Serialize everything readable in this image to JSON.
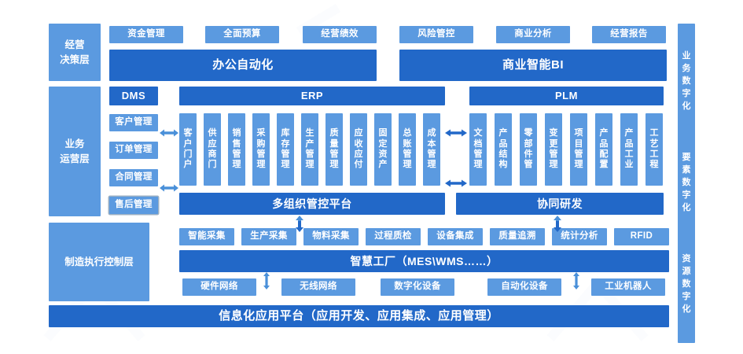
{
  "theme": {
    "light_blue": "#5b9ae0",
    "dark_blue": "#2268c8",
    "panel_blue": "#5b9ae0",
    "text_white": "#ffffff",
    "selected_outline": "#9bb0c4"
  },
  "layers": {
    "decision": {
      "label": "经营\n决策层",
      "line1": "经营",
      "line2": "决策层"
    },
    "operation": {
      "label": "业务\n运营层",
      "line1": "业务",
      "line2": "运营层"
    },
    "execution": {
      "label": "制造执行控制层"
    }
  },
  "decision_layer": {
    "apps": [
      {
        "label": "资金管理"
      },
      {
        "label": "全面预算"
      },
      {
        "label": "经营绩效"
      },
      {
        "label": "风险管控"
      },
      {
        "label": "商业分析"
      },
      {
        "label": "经营报告"
      }
    ],
    "platforms": [
      {
        "label": "办公自动化"
      },
      {
        "label": "商业智能BI"
      }
    ]
  },
  "operation_layer": {
    "systems": [
      {
        "label": "DMS"
      },
      {
        "label": "ERP"
      },
      {
        "label": "PLM"
      }
    ],
    "dms_modules": [
      {
        "label": "客户管理",
        "selected": false
      },
      {
        "label": "订单管理",
        "selected": false
      },
      {
        "label": "合同管理",
        "selected": false
      },
      {
        "label": "售后管理",
        "selected": true
      }
    ],
    "erp_modules": [
      {
        "chars": [
          "客",
          "户",
          "门",
          "户"
        ]
      },
      {
        "chars": [
          "供",
          "应",
          "商",
          "门"
        ]
      },
      {
        "chars": [
          "销",
          "售",
          "管",
          "理"
        ]
      },
      {
        "chars": [
          "采",
          "购",
          "管",
          "理"
        ]
      },
      {
        "chars": [
          "库",
          "存",
          "管",
          "理"
        ]
      },
      {
        "chars": [
          "生",
          "产",
          "管",
          "理"
        ]
      },
      {
        "chars": [
          "质",
          "量",
          "管",
          "理"
        ]
      },
      {
        "chars": [
          "应",
          "收",
          "应",
          "付"
        ]
      },
      {
        "chars": [
          "固",
          "定",
          "资",
          "产"
        ]
      },
      {
        "chars": [
          "总",
          "账",
          "管",
          "理"
        ]
      },
      {
        "chars": [
          "成",
          "本",
          "管",
          "理"
        ]
      }
    ],
    "plm_modules": [
      {
        "chars": [
          "文",
          "档",
          "管",
          "理"
        ]
      },
      {
        "chars": [
          "产",
          "品",
          "结",
          "构"
        ]
      },
      {
        "chars": [
          "零",
          "部",
          "件",
          "管"
        ]
      },
      {
        "chars": [
          "变",
          "更",
          "管",
          "理"
        ]
      },
      {
        "chars": [
          "项",
          "目",
          "管",
          "理"
        ]
      },
      {
        "chars": [
          "产",
          "品",
          "配",
          "置"
        ]
      },
      {
        "chars": [
          "产",
          "品",
          "工",
          "业"
        ]
      },
      {
        "chars": [
          "工",
          "艺",
          "工",
          "程"
        ]
      }
    ],
    "platforms": [
      {
        "label": "多组织管控平台"
      },
      {
        "label": "协同研发"
      }
    ]
  },
  "execution_layer": {
    "modules": [
      {
        "label": "智能采集"
      },
      {
        "label": "生产采集"
      },
      {
        "label": "物料采集"
      },
      {
        "label": "过程质检"
      },
      {
        "label": "设备集成"
      },
      {
        "label": "质量追溯"
      },
      {
        "label": "统计分析"
      },
      {
        "label": "RFID"
      }
    ],
    "platform": {
      "label": "智慧工厂（MES\\WMS……）"
    },
    "infrastructure": [
      {
        "label": "硬件网络"
      },
      {
        "label": "无线网络"
      },
      {
        "label": "数字化设备"
      },
      {
        "label": "自动化设备"
      },
      {
        "label": "工业机器人"
      }
    ]
  },
  "footer": {
    "label": "信息化应用平台（应用开发、应用集成、应用管理）"
  },
  "right_rail": {
    "groups": [
      {
        "chars": [
          "业",
          "务",
          "数",
          "字",
          "化"
        ]
      },
      {
        "chars": [
          "要",
          "素",
          "数",
          "字",
          "化"
        ]
      },
      {
        "chars": [
          "资",
          "源",
          "数",
          "字",
          "化"
        ]
      }
    ]
  }
}
